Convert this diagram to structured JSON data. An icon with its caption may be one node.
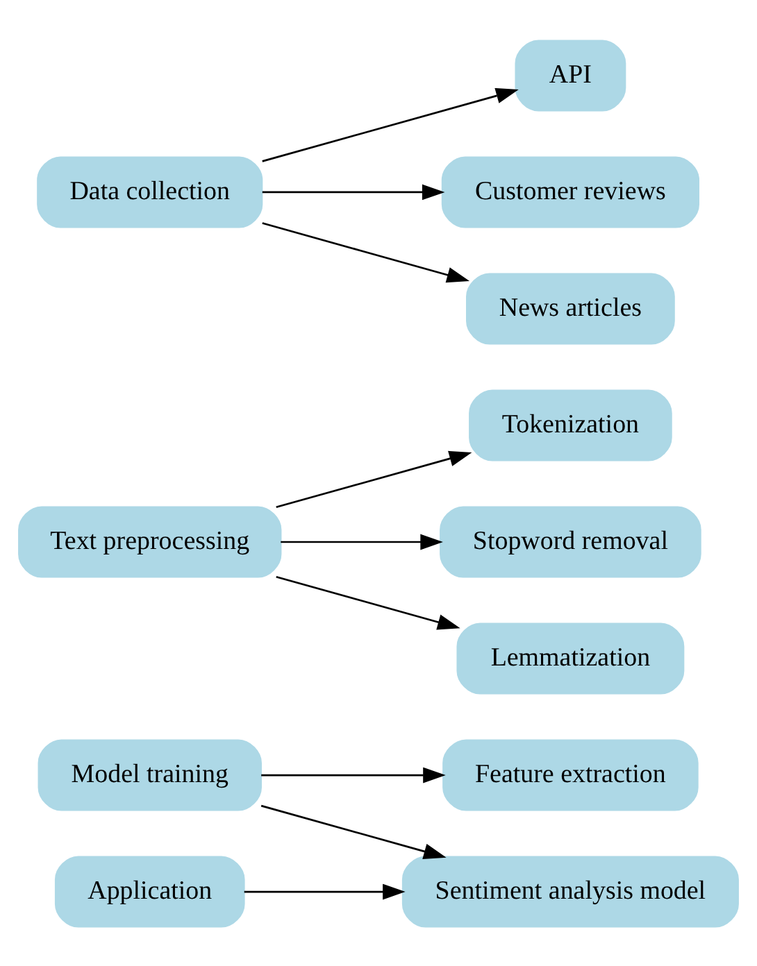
{
  "diagram": {
    "nodes": [
      {
        "text": [
          "Model training"
        ]
      },
      {
        "text": [
          "Feature extraction"
        ]
      },
      {
        "text": [
          "Application"
        ]
      },
      {
        "text": [
          "Sentiment analysis model"
        ]
      },
      {
        "text": [
          "Text preprocessing"
        ]
      },
      {
        "text": [
          "Tokenization"
        ]
      },
      {
        "text": [
          "Stopword removal"
        ]
      },
      {
        "text": [
          "Lemmatization"
        ]
      },
      {
        "text": [
          "Data collection"
        ]
      },
      {
        "text": [
          "API"
        ]
      },
      {
        "text": [
          "Customer reviews"
        ]
      },
      {
        "text": [
          "News articles"
        ]
      }
    ],
    "edges": [
      {
        "from": 0,
        "to": 1,
        "arrow": "to"
      },
      {
        "from": 0,
        "to": 3,
        "arrow": "to"
      },
      {
        "from": 2,
        "to": 3,
        "arrow": "to"
      },
      {
        "from": 4,
        "to": 5,
        "arrow": "to"
      },
      {
        "from": 4,
        "to": 6,
        "arrow": "to"
      },
      {
        "from": 4,
        "to": 7,
        "arrow": "to"
      },
      {
        "from": 8,
        "to": 9,
        "arrow": "to"
      },
      {
        "from": 8,
        "to": 10,
        "arrow": "to"
      },
      {
        "from": 8,
        "to": 11,
        "arrow": "to"
      }
    ]
  }
}
